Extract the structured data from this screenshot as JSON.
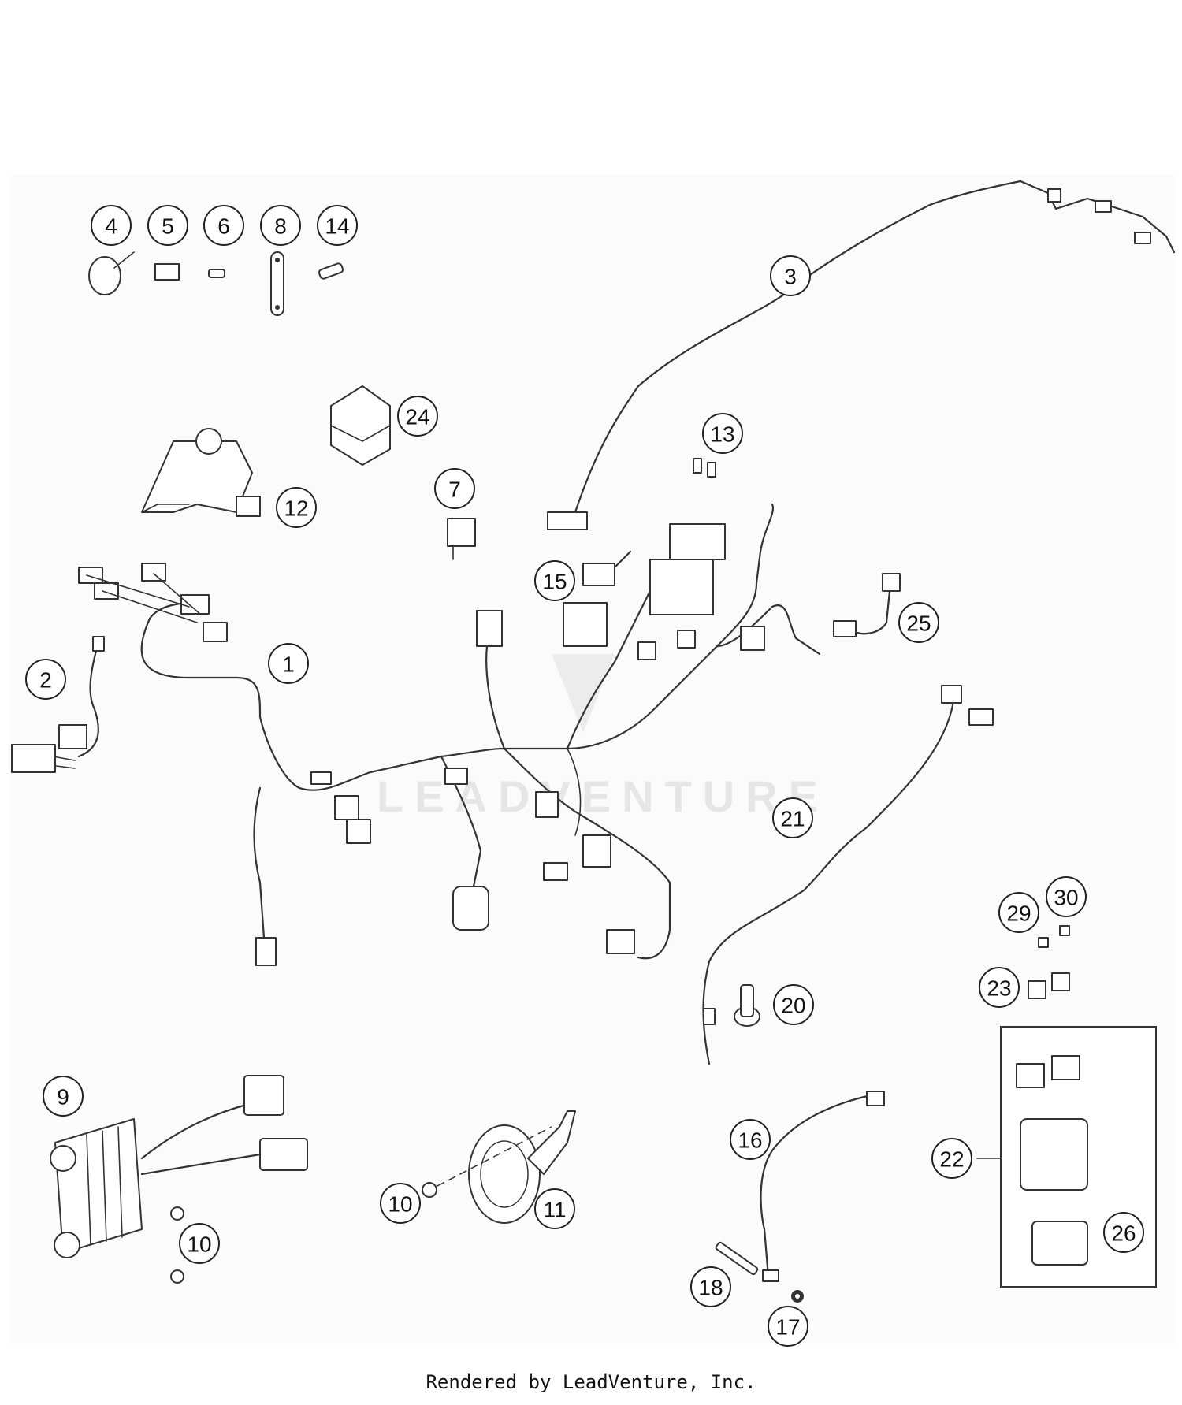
{
  "callouts": {
    "c1": "1",
    "c2": "2",
    "c3": "3",
    "c4": "4",
    "c5": "5",
    "c6": "6",
    "c7": "7",
    "c8": "8",
    "c9": "9",
    "c10a": "10",
    "c10b": "10",
    "c11": "11",
    "c12": "12",
    "c13": "13",
    "c14": "14",
    "c15": "15",
    "c16": "16",
    "c17": "17",
    "c18": "18",
    "c20": "20",
    "c21": "21",
    "c22": "22",
    "c23": "23",
    "c24": "24",
    "c25": "25",
    "c26": "26",
    "c29": "29",
    "c30": "30"
  },
  "watermark": "LEADVENTURE",
  "footer": "Rendered by LeadVenture, Inc."
}
